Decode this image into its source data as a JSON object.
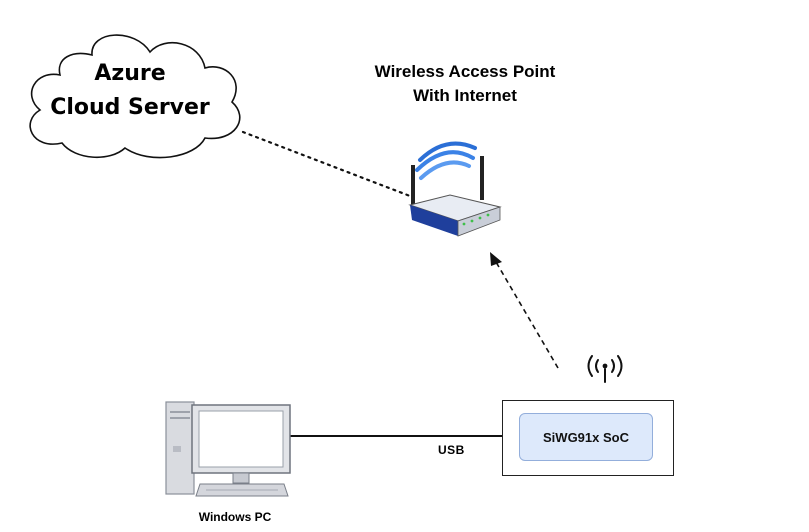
{
  "cloud": {
    "line1": "Azure",
    "line2": "Cloud Server"
  },
  "access_point": {
    "line1": "Wireless Access Point",
    "line2": "With Internet"
  },
  "soc": {
    "label": "SiWG91x SoC"
  },
  "link": {
    "usb_label": "USB"
  },
  "pc": {
    "label": "Windows PC"
  },
  "icons": {
    "cloud": "cloud-icon",
    "router": "wireless-router-icon",
    "antenna": "antenna-signal-icon",
    "computer": "desktop-computer-icon"
  },
  "colors": {
    "soc_fill": "#dde9fb",
    "router_blue": "#1f3f9c",
    "wifi_blue": "#2b6fd6"
  }
}
